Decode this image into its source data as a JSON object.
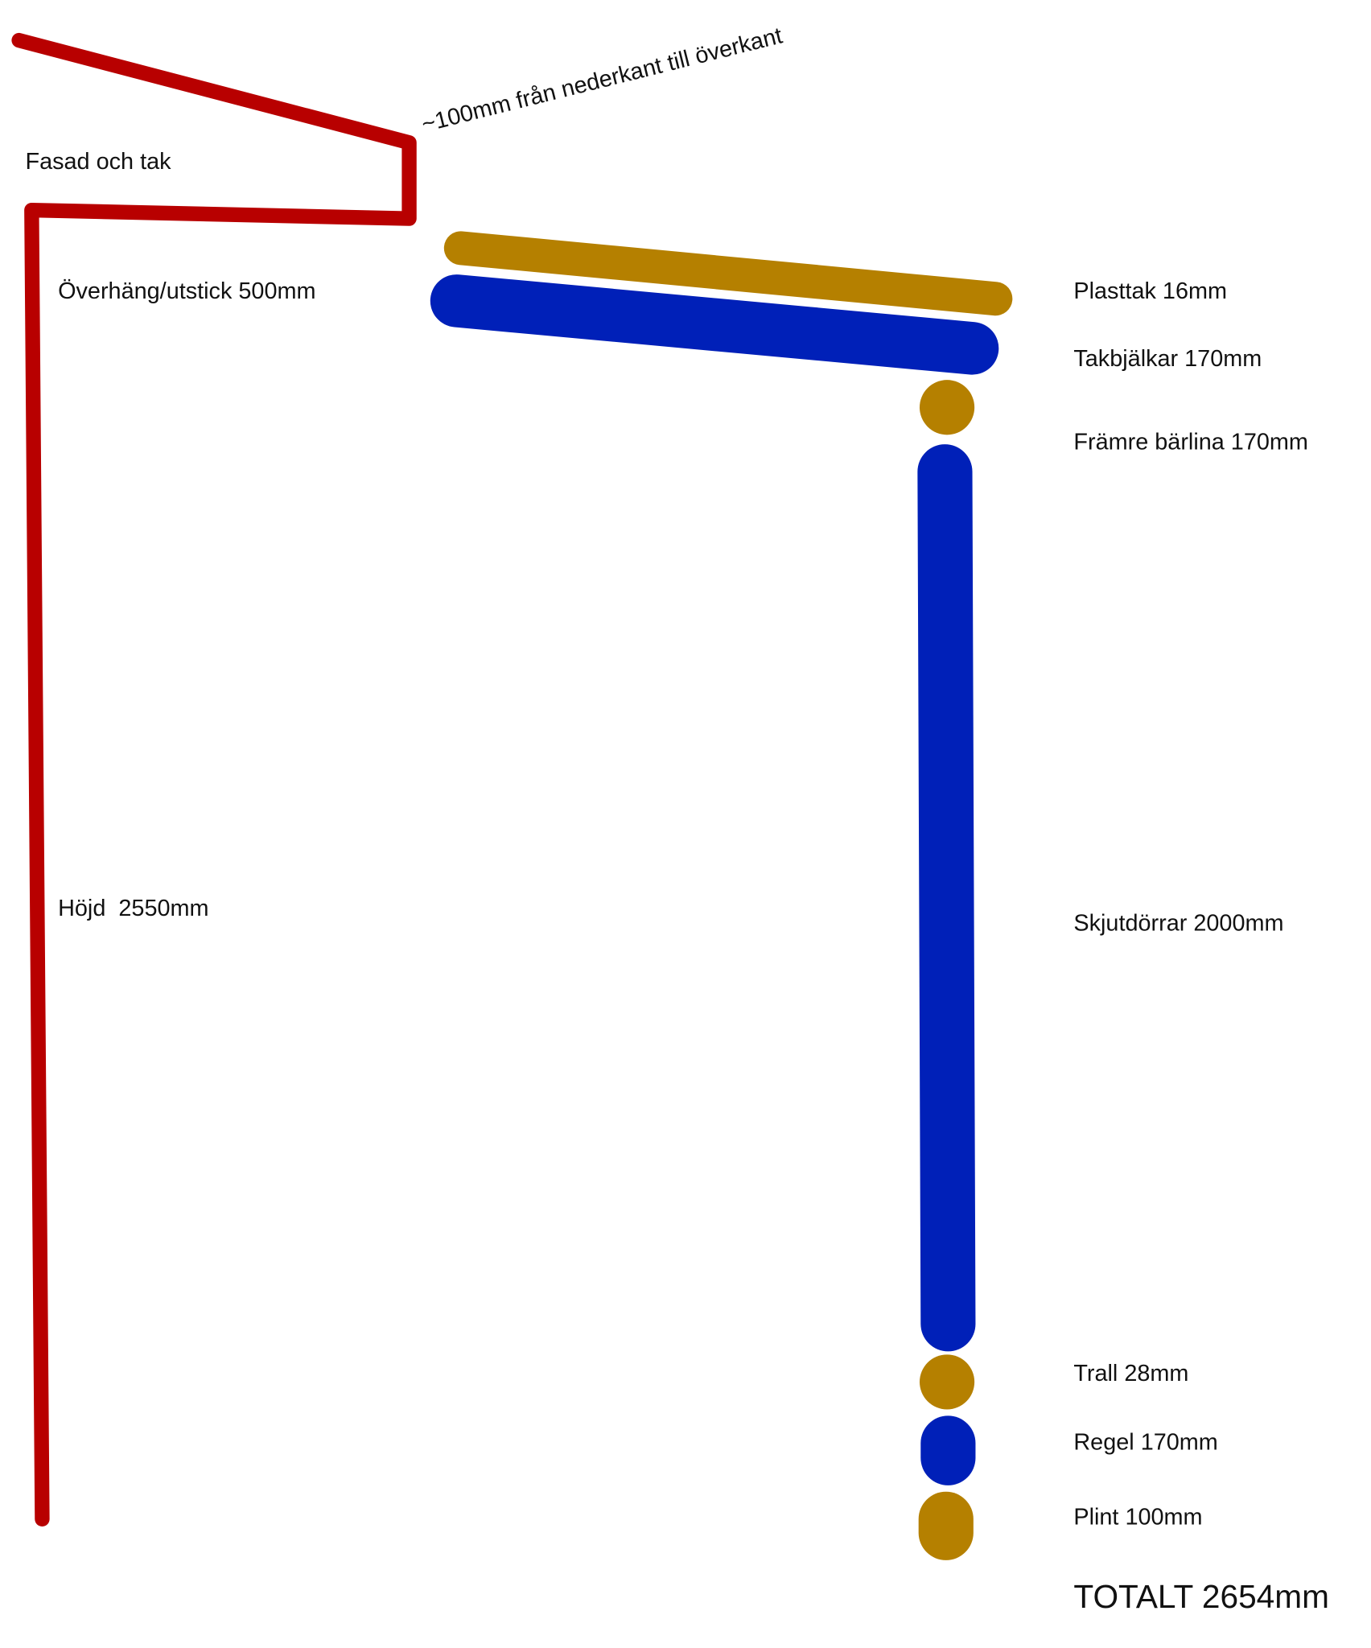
{
  "colors": {
    "facade": "#b80000",
    "gold": "#b58000",
    "blue": "#0020b8"
  },
  "left_labels": {
    "facade": "Fasad och tak",
    "gap": "~100mm från nederkant till överkant",
    "overhang": "Överhäng/utstick 500mm",
    "height": "Höjd  2550mm"
  },
  "right_labels": {
    "plasttak": "Plasttak 16mm",
    "takbjalkar": "Takbjälkar 170mm",
    "barlina": "Främre bärlina 170mm",
    "skjutdorrar": "Skjutdörrar 2000mm",
    "trall": "Trall 28mm",
    "regel": "Regel 170mm",
    "plint": "Plint 100mm",
    "total": "TOTALT 2654mm"
  }
}
